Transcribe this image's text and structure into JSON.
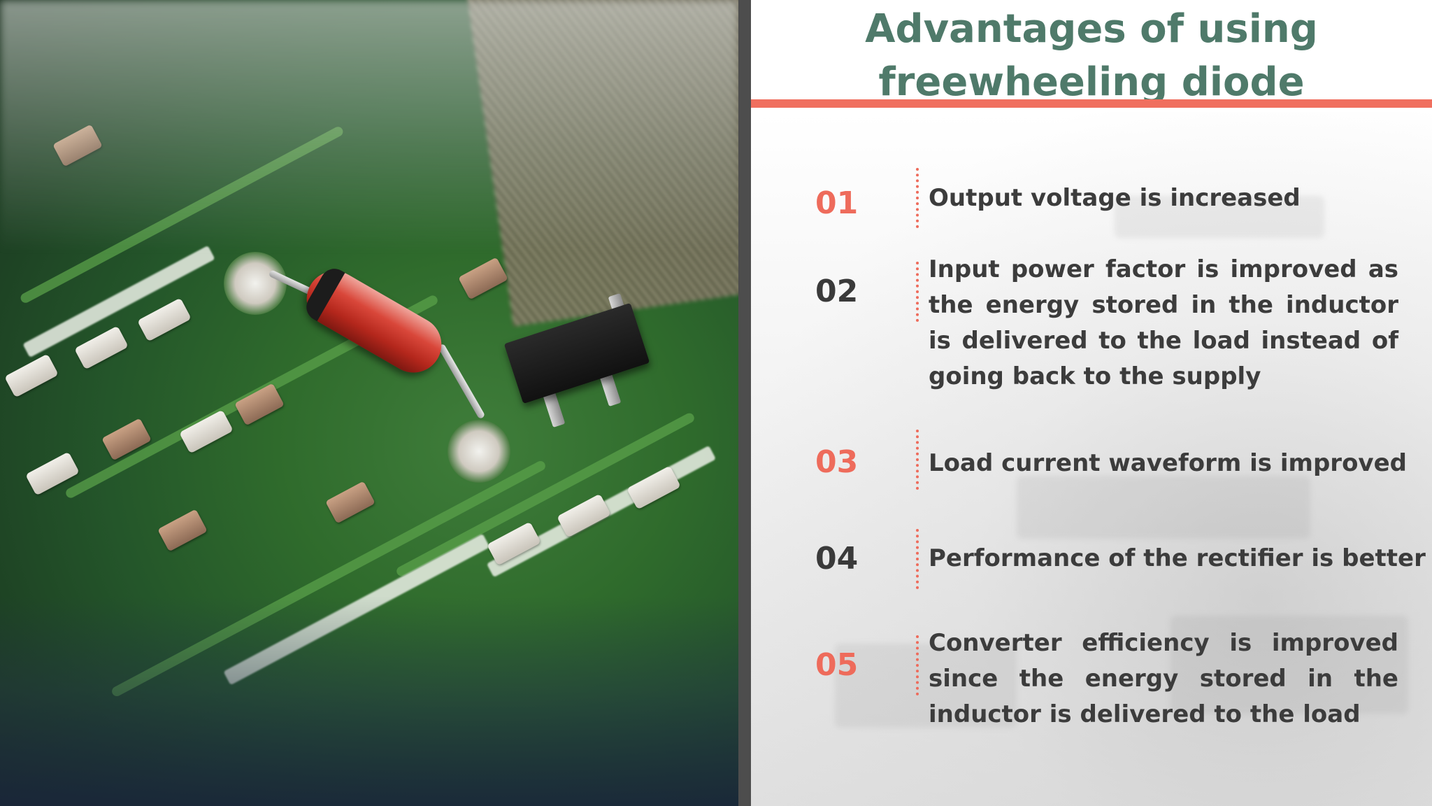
{
  "slide": {
    "title": "Advantages of using freewheeling diode",
    "accent_color": "#ee6b5b",
    "title_color": "#4f7a6a",
    "divider_color": "#4d4d4d"
  },
  "photo": {
    "description_icon": "circuit-board-photo"
  },
  "items": [
    {
      "number": "01",
      "text": "Output voltage is increased"
    },
    {
      "number": "02",
      "text": "Input power factor is improved as the energy stored in the inductor is delivered to the load instead of going back to the supply"
    },
    {
      "number": "03",
      "text": "Load current waveform is improved"
    },
    {
      "number": "04",
      "text": "Performance of the rectifier is better"
    },
    {
      "number": "05",
      "text": "Converter efficiency is improved since the energy stored in the inductor is delivered to the load"
    }
  ]
}
